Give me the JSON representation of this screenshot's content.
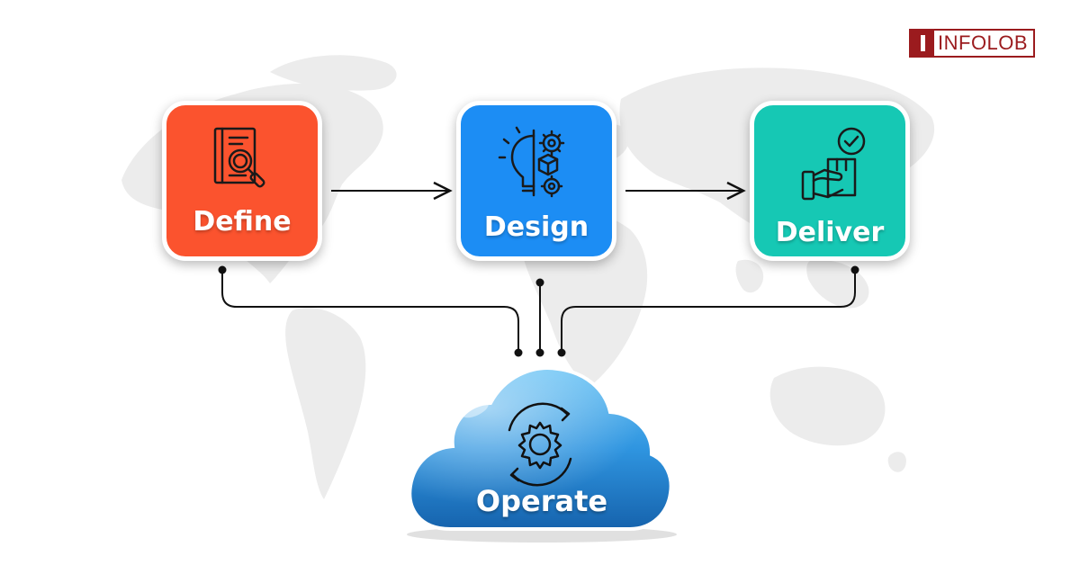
{
  "logo": {
    "text": "INFOLOB",
    "color": "#9b1b1e"
  },
  "stages": [
    {
      "label": "Define",
      "icon": "document-search-icon",
      "color": "#fb532e"
    },
    {
      "label": "Design",
      "icon": "idea-gears-icon",
      "color": "#1c8df4"
    },
    {
      "label": "Deliver",
      "icon": "package-delivery-icon",
      "color": "#16c8b4"
    }
  ],
  "hub": {
    "label": "Operate",
    "icon": "gear-cycle-icon",
    "color": "#1a86d9"
  },
  "connections": [
    {
      "from": "Define",
      "to": "Design"
    },
    {
      "from": "Design",
      "to": "Deliver"
    },
    {
      "from": "Define",
      "to": "Operate"
    },
    {
      "from": "Design",
      "to": "Operate"
    },
    {
      "from": "Deliver",
      "to": "Operate"
    }
  ]
}
